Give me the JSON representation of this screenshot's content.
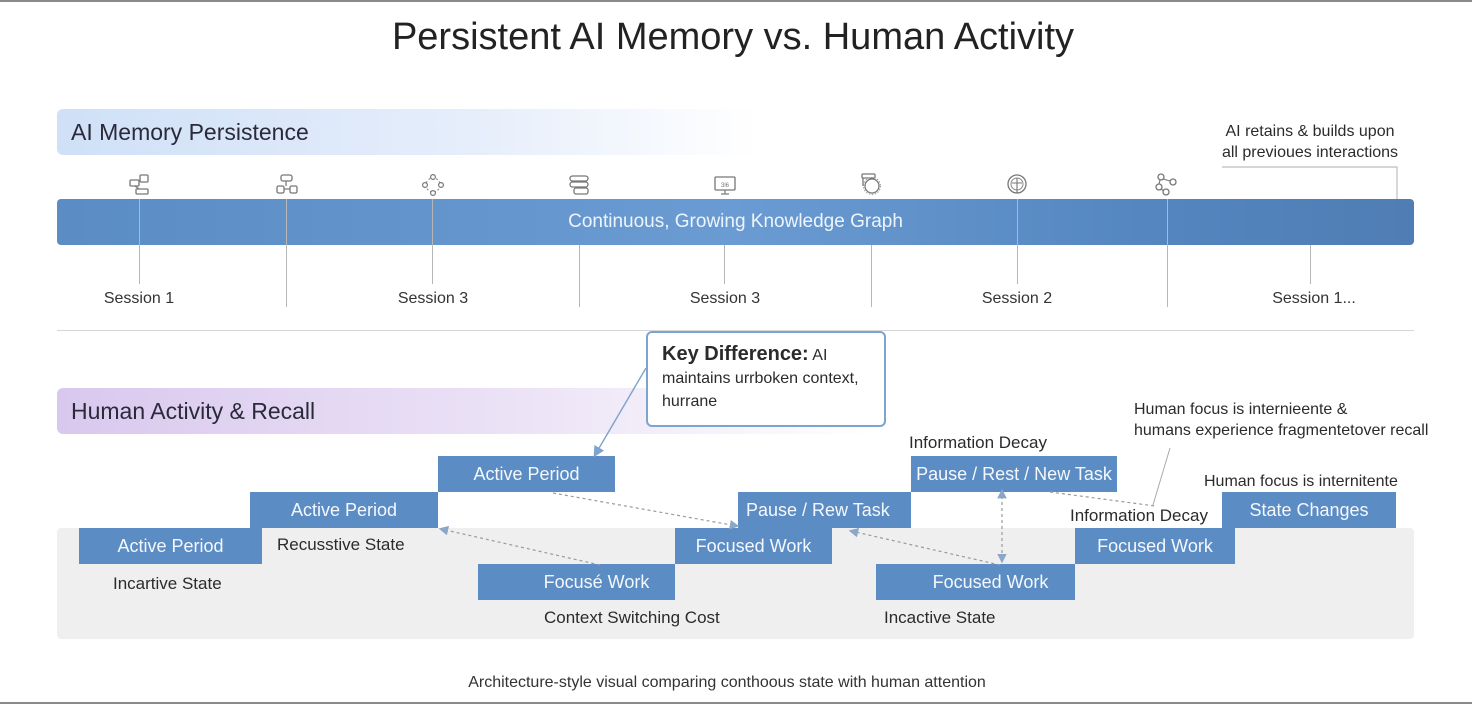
{
  "title": "Persistent AI Memory vs. Human Activity",
  "ai_section": {
    "heading": "AI Memory Persistence",
    "bar_label": "Continuous, Growing Knowledge Graph",
    "note_line1": "AI retains & builds upon",
    "note_line2": "all previoues interactions",
    "icons": [
      "network-devices-icon",
      "workflow-icon",
      "cycle-nodes-icon",
      "database-stack-icon",
      "monitor-chart-icon",
      "camera-cog-icon",
      "globe-brain-icon",
      "graph-nodes-icon"
    ],
    "sessions": [
      "Session 1",
      "Session 3",
      "Session 3",
      "Session 2",
      "Session 1..."
    ]
  },
  "human_section": {
    "heading": "Human Activity & Recall",
    "steps": [
      {
        "label": "Active Period"
      },
      {
        "label": "Active Period"
      },
      {
        "label": "Active Period"
      },
      {
        "label": "Focusé Work"
      },
      {
        "label": "Focused Work"
      },
      {
        "label": "Pause / Rew Task"
      },
      {
        "label": "Pause / Rest / New Task"
      },
      {
        "label": "Focused Work"
      },
      {
        "label": "Focused Work"
      },
      {
        "label": "State Changes"
      }
    ],
    "labels": {
      "incartive_state": "Incartive State",
      "recusstive_state": "Recusstive State",
      "context_switching": "Context Switching Cost",
      "incactive_state": "Incactive State",
      "info_decay_1": "Information Decay",
      "info_decay_2": "Information Decay",
      "focus_note_1": "Human focus is internieente &",
      "focus_note_2": "humans experience fragmentetover recall",
      "focus_note_3": "Human focus is internitente"
    }
  },
  "callout": {
    "bold": "Key Difference:",
    "text1": " AI",
    "text2": "maintains urrboken context,",
    "text3": "hurrane"
  },
  "caption": "Architecture-style visual comparing conthoous state with human attention"
}
